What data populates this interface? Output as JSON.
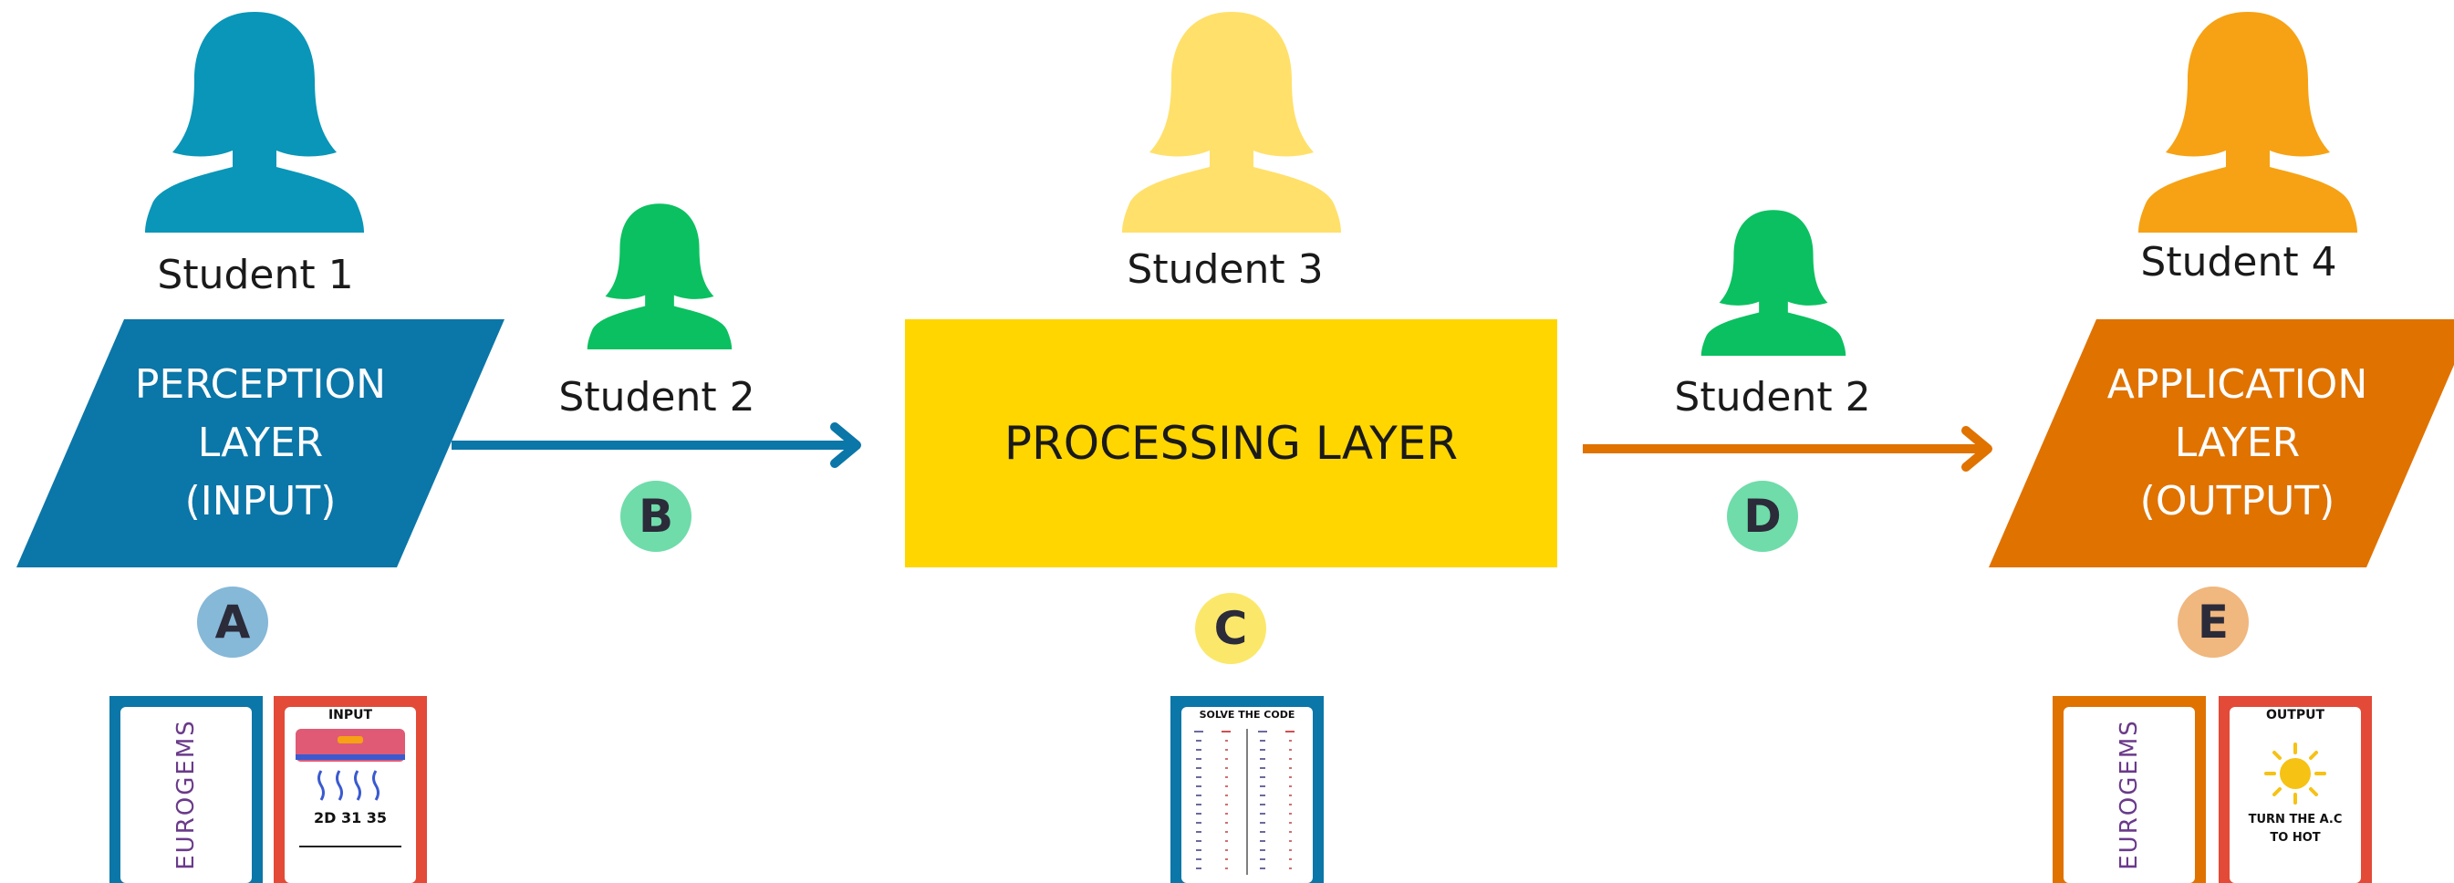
{
  "colors": {
    "blue": "#0b76a8",
    "teal": "#0996b8",
    "green": "#0bc060",
    "light_yellow": "#ffe06a",
    "yellow": "#ffd600",
    "orange_dark": "#e07200",
    "orange": "#f6a214",
    "badge_a": "#86b8d8",
    "badge_b": "#6fdcaa",
    "badge_c": "#fbe86a",
    "badge_d": "#6fdcaa",
    "badge_e": "#f0b77e",
    "card_red": "#e34a37"
  },
  "students": {
    "s1": "Student 1",
    "s2_left": "Student 2",
    "s3": "Student 3",
    "s2_right": "Student 2",
    "s4": "Student 4"
  },
  "layers": {
    "perception": [
      "PERCEPTION",
      "LAYER",
      "(INPUT)"
    ],
    "processing": "PROCESSING LAYER",
    "application": [
      "APPLICATION",
      "LAYER",
      "(OUTPUT)"
    ]
  },
  "badges": {
    "a": "A",
    "b": "B",
    "c": "C",
    "d": "D",
    "e": "E"
  },
  "cards": {
    "logo": "EUROGEMS",
    "input_title": "INPUT",
    "input_code": "2D 31 35",
    "solve_title": "SOLVE THE CODE",
    "output_title": "OUTPUT",
    "output_text_1": "TURN THE A.C",
    "output_text_2": "TO HOT"
  }
}
